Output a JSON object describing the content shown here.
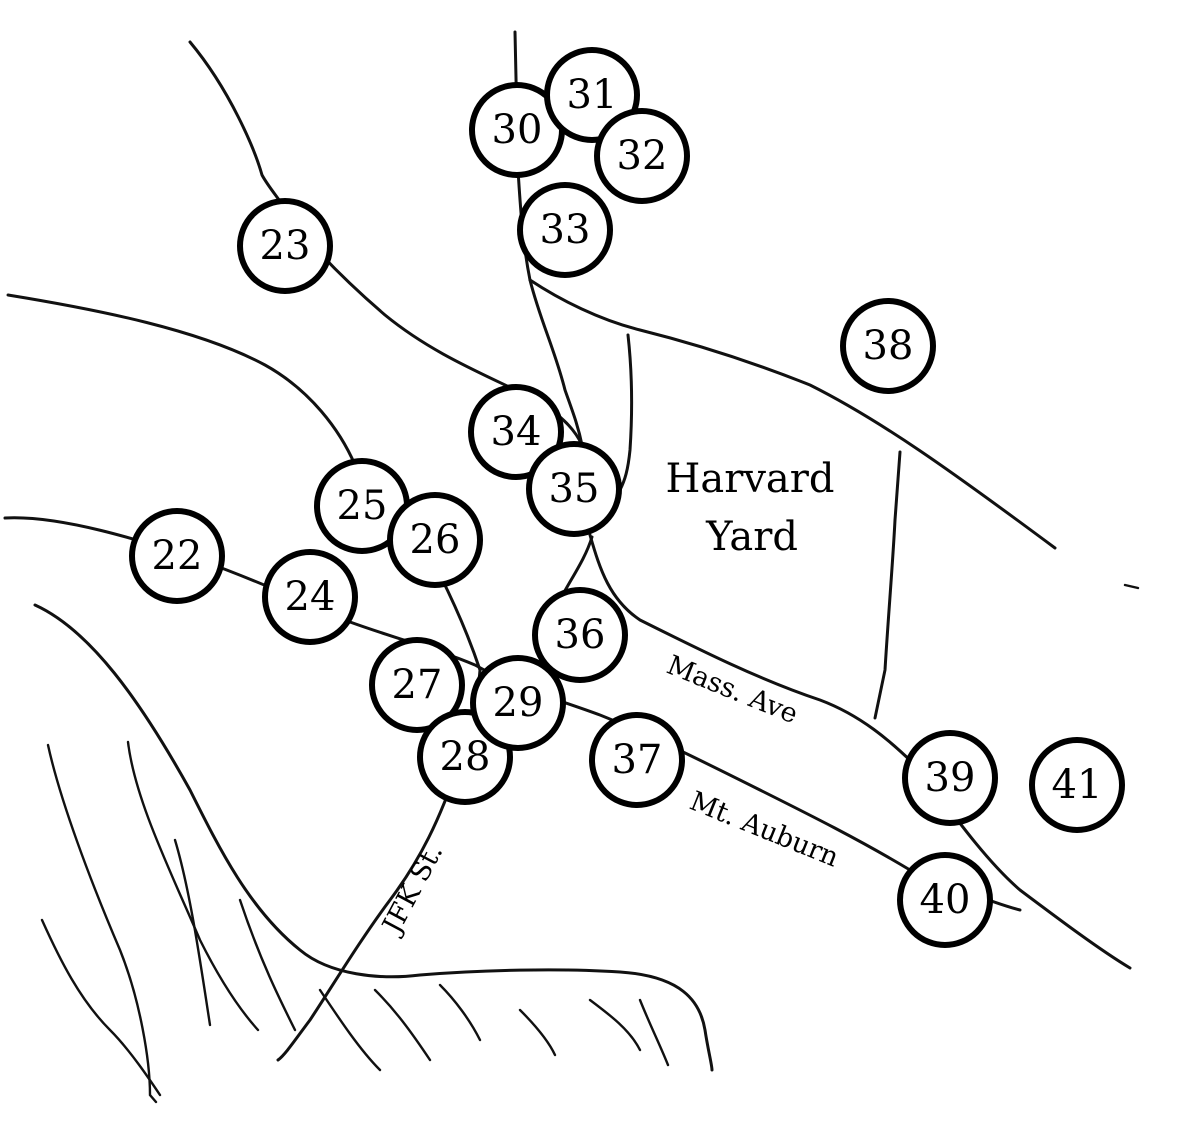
{
  "area_label": {
    "line1": "Harvard",
    "line2": "Yard"
  },
  "streets": {
    "mass_ave": "Mass. Ave",
    "mt_auburn": "Mt. Auburn",
    "jfk": "JFK St."
  },
  "markers": [
    {
      "id": "22",
      "label": "22"
    },
    {
      "id": "23",
      "label": "23"
    },
    {
      "id": "24",
      "label": "24"
    },
    {
      "id": "25",
      "label": "25"
    },
    {
      "id": "26",
      "label": "26"
    },
    {
      "id": "27",
      "label": "27"
    },
    {
      "id": "28",
      "label": "28"
    },
    {
      "id": "29",
      "label": "29"
    },
    {
      "id": "30",
      "label": "30"
    },
    {
      "id": "31",
      "label": "31"
    },
    {
      "id": "32",
      "label": "32"
    },
    {
      "id": "33",
      "label": "33"
    },
    {
      "id": "34",
      "label": "34"
    },
    {
      "id": "35",
      "label": "35"
    },
    {
      "id": "36",
      "label": "36"
    },
    {
      "id": "37",
      "label": "37"
    },
    {
      "id": "38",
      "label": "38"
    },
    {
      "id": "39",
      "label": "39"
    },
    {
      "id": "40",
      "label": "40"
    },
    {
      "id": "41",
      "label": "41"
    }
  ]
}
